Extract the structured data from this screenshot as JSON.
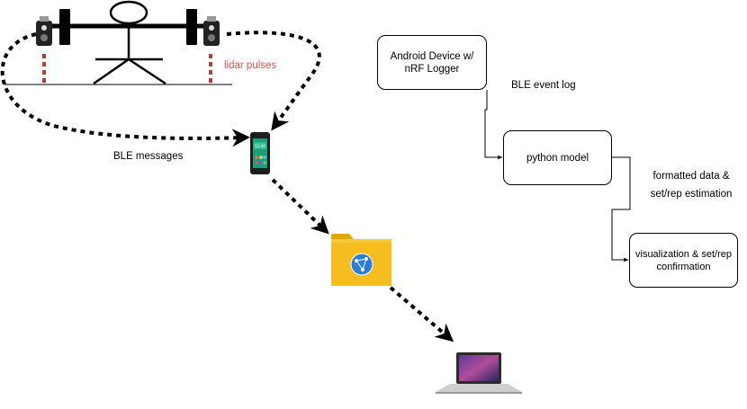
{
  "labels": {
    "lidar_pulses": "lidar pulses",
    "ble_messages": "BLE messages",
    "ble_event_log": "BLE event log",
    "formatted_line1": "formatted data &",
    "formatted_line2": "set/rep estimation"
  },
  "boxes": {
    "android": {
      "line1": "Android Device w/",
      "line2": "nRF Logger"
    },
    "python": {
      "line1": "python model"
    },
    "viz": {
      "line1": "visualization & set/rep",
      "line2": "confirmation"
    }
  },
  "phone": {
    "time": "12:40"
  },
  "icons": [
    "stick-figure-icon",
    "barbell-icon",
    "lidar-sensor-icon",
    "phone-icon",
    "folder-icon",
    "laptop-icon"
  ],
  "colors": {
    "lidar": "#b04040",
    "folder": "#f5bd1f",
    "folder_tab": "#e0a800",
    "net": "#2a7fd4",
    "line": "#000000"
  }
}
